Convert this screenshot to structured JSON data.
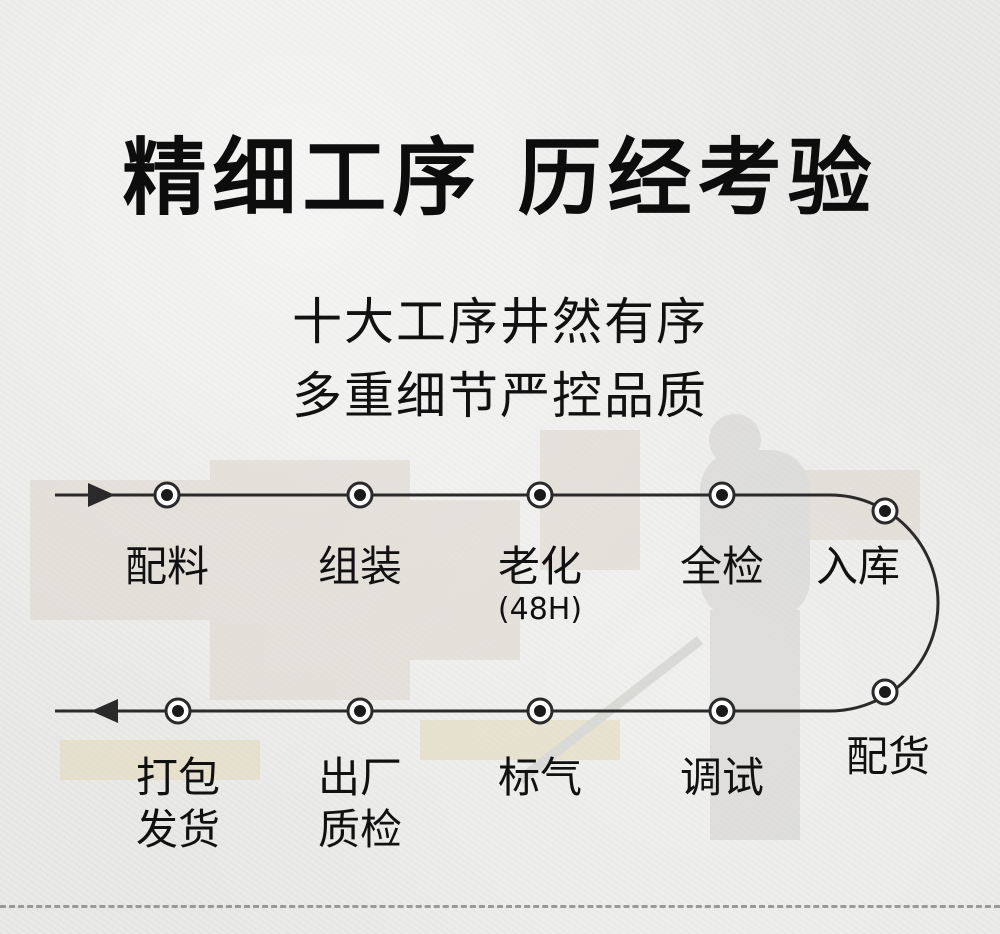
{
  "title": "精细工序 历经考验",
  "subtitle_line1": "十大工序井然有序",
  "subtitle_line2": "多重细节严控品质",
  "steps_top": [
    {
      "label": "配料"
    },
    {
      "label": "组装"
    },
    {
      "label": "老化",
      "sub": "(48H)"
    },
    {
      "label": "全检"
    },
    {
      "label": "入库"
    }
  ],
  "steps_bottom": [
    {
      "line1": "打包",
      "line2": "发货"
    },
    {
      "line1": "出厂",
      "line2": "质检"
    },
    {
      "line1": "标气"
    },
    {
      "line1": "调试"
    },
    {
      "line1": "配货"
    }
  ],
  "colors": {
    "line": "#2a2a2a",
    "text": "#111111",
    "background": "#ececeb"
  }
}
